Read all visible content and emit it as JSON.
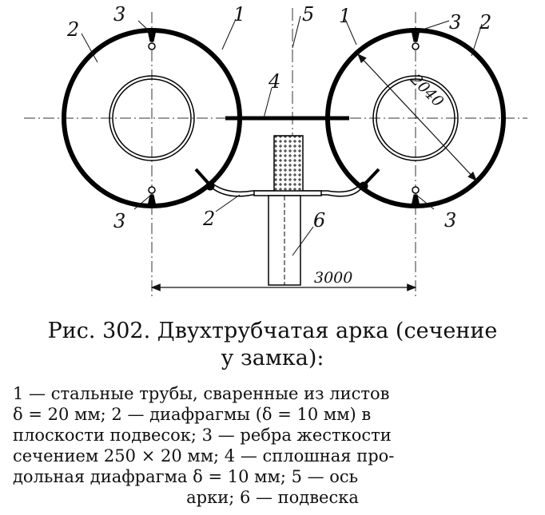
{
  "figure": {
    "labels": {
      "tube_left": "1",
      "tube_right": "1",
      "diaphragm_left": "2",
      "diaphragm_right": "2",
      "diaphragm_bottom": "2",
      "rib_top_left": "3",
      "rib_top_right": "3",
      "rib_bottom_left": "3",
      "rib_bottom_right": "3",
      "longitudinal_diaphragm": "4",
      "arch_axis": "5",
      "hanger": "6"
    },
    "dimensions": {
      "tube_diameter": "2040",
      "axis_spacing": "3000"
    }
  },
  "caption": {
    "title_line1": "Рис. 302. Двухтрубчатая арка (сечение",
    "title_line2": "у замка):",
    "legend_line1": "1 — стальные трубы, сваренные из листов",
    "legend_line2": "δ = 20 мм; 2 — диафрагмы (δ = 10 мм) в",
    "legend_line3": "плоскости подвесок; 3 — ребра жесткости",
    "legend_line4": "сечением 250 × 20 мм; 4 — сплошная про-",
    "legend_line5": "дольная диафрагма δ = 10 мм; 5 — ось",
    "legend_line6": "арки; 6 — подвеска"
  }
}
